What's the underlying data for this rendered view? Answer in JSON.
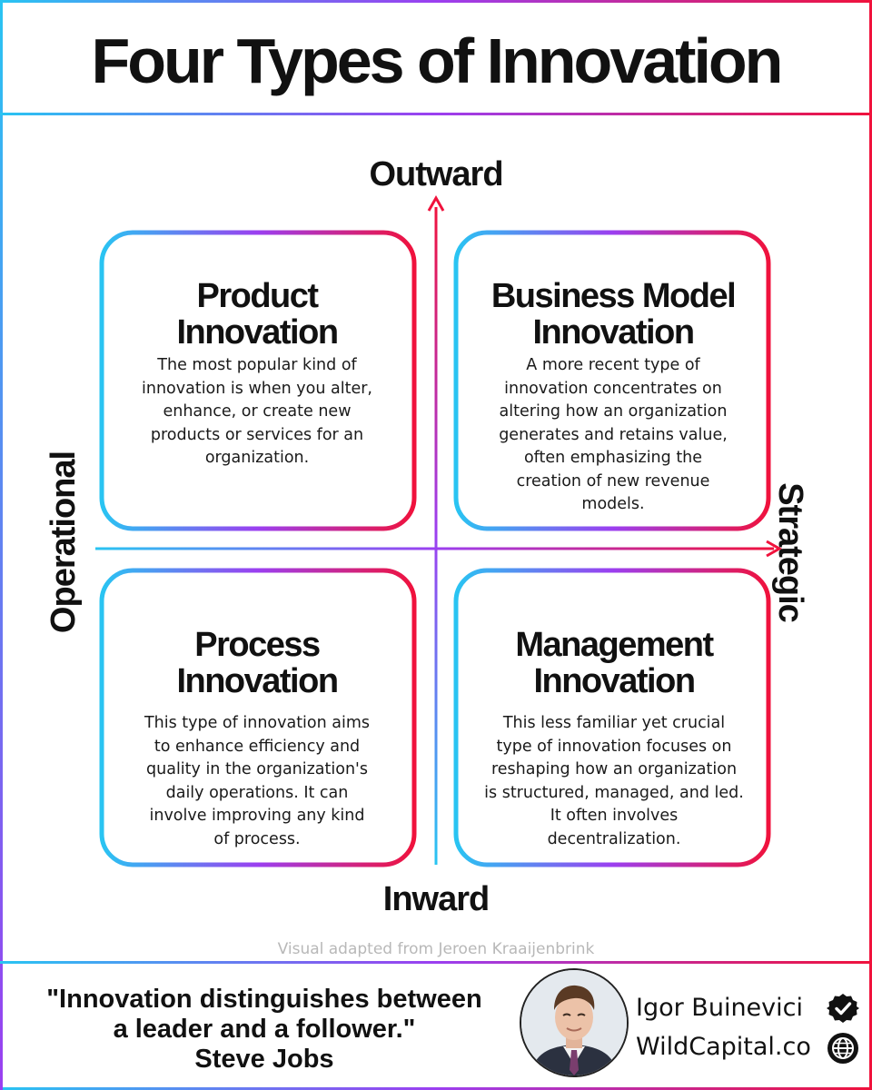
{
  "title": "Four Types of Innovation",
  "axes": {
    "top": "Outward",
    "bottom": "Inward",
    "left": "Operational",
    "right": "Strategic"
  },
  "quadrants": [
    {
      "id": "top-left",
      "title_lines": [
        "Product",
        "Innovation"
      ],
      "body_lines": [
        "The most popular kind of",
        "innovation is when you alter,",
        "enhance, or create new",
        "products or services for an",
        "organization."
      ]
    },
    {
      "id": "top-right",
      "title_lines": [
        "Business Model",
        "Innovation"
      ],
      "body_lines": [
        "A more recent type of",
        "innovation concentrates on",
        "altering how an organization",
        "generates and retains value,",
        "often emphasizing the",
        "creation of new revenue",
        "models."
      ]
    },
    {
      "id": "bottom-left",
      "title_lines": [
        "Process",
        "Innovation"
      ],
      "body_lines": [
        "This type of innovation aims",
        "to enhance efficiency and",
        "quality in the organization's",
        "daily operations. It can",
        "involve improving any kind",
        "of process."
      ]
    },
    {
      "id": "bottom-right",
      "title_lines": [
        "Management",
        "Innovation"
      ],
      "body_lines": [
        "This less familiar yet crucial",
        "type of innovation focuses on",
        "reshaping how an organization",
        "is structured, managed, and led.",
        "It often involves",
        "decentralization."
      ]
    }
  ],
  "credit": "Visual adapted from Jeroen Kraaijenbrink",
  "footer": {
    "quote_line1": "\"Innovation distinguishes between",
    "quote_line2": "a leader and a follower.\"",
    "author": "Steve Jobs",
    "name": "Igor Buinevici",
    "website": "WildCapital.co"
  },
  "icons": {
    "verified": "verified-check-icon",
    "website": "globe-icon"
  },
  "colors": {
    "gradient_start": "#29c4f2",
    "gradient_mid": "#9b3ff0",
    "gradient_end": "#f0123c",
    "text": "#111111",
    "credit": "#b8b8b8"
  }
}
